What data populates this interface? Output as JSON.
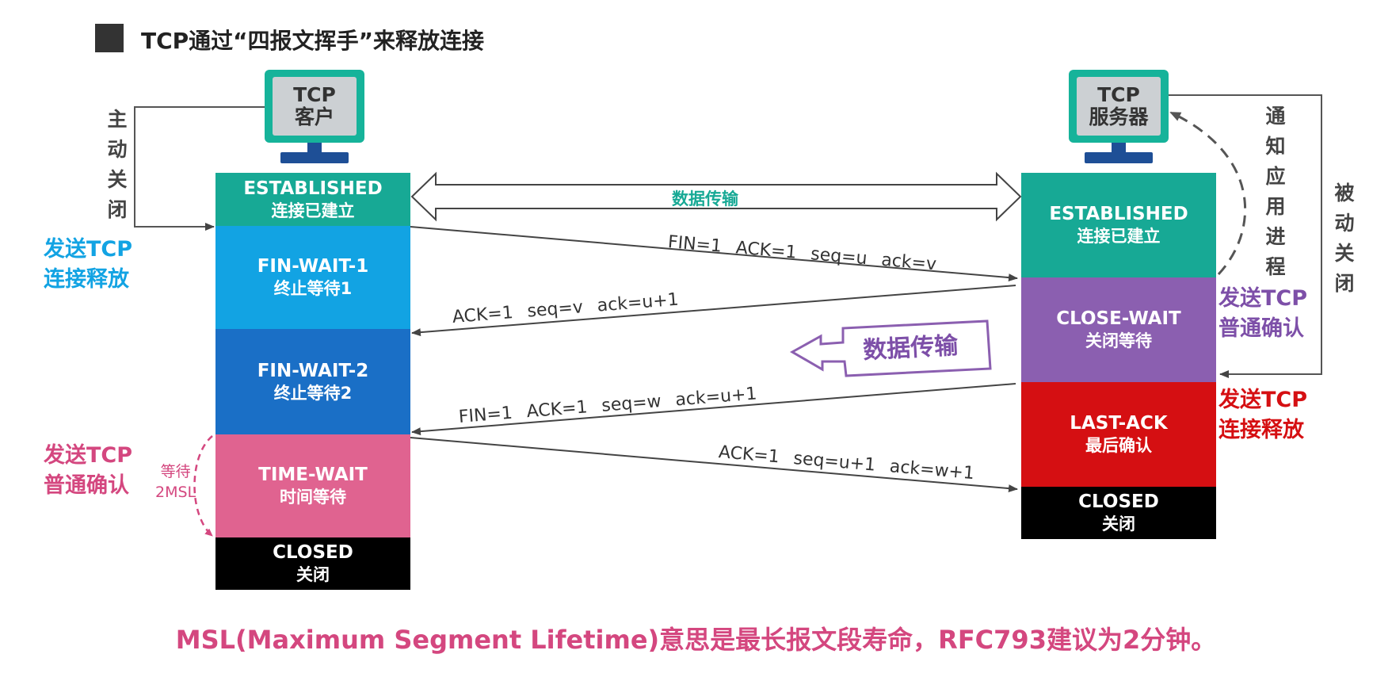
{
  "title": "TCP通过“四报文挥手”来释放连接",
  "client": {
    "name_line1": "TCP",
    "name_line2": "客户",
    "states": [
      {
        "en": "ESTABLISHED",
        "zh": "连接已建立"
      },
      {
        "en": "FIN-WAIT-1",
        "zh": "终止等待1"
      },
      {
        "en": "FIN-WAIT-2",
        "zh": "终止等待2"
      },
      {
        "en": "TIME-WAIT",
        "zh": "时间等待"
      },
      {
        "en": "CLOSED",
        "zh": "关闭"
      }
    ],
    "active_close": "主动关闭",
    "send_release_line1": "发送TCP",
    "send_release_line2": "连接释放",
    "send_ack_line1": "发送TCP",
    "send_ack_line2": "普通确认",
    "wait_line1": "等待",
    "wait_line2": "2MSL"
  },
  "server": {
    "name_line1": "TCP",
    "name_line2": "服务器",
    "states": [
      {
        "en": "ESTABLISHED",
        "zh": "连接已建立"
      },
      {
        "en": "CLOSE-WAIT",
        "zh": "关闭等待"
      },
      {
        "en": "LAST-ACK",
        "zh": "最后确认"
      },
      {
        "en": "CLOSED",
        "zh": "关闭"
      }
    ],
    "notify_app": "通知应用进程",
    "passive_close": "被动关闭",
    "send_ack_line1": "发送TCP",
    "send_ack_line2": "普通确认",
    "send_release_line1": "发送TCP",
    "send_release_line2": "连接释放"
  },
  "data_transfer": "数据传输",
  "data_transfer_callout": "数据传输",
  "messages": [
    {
      "parts": [
        "FIN=1",
        "ACK=1",
        "seq=u",
        "ack=v"
      ]
    },
    {
      "parts": [
        "ACK=1",
        "seq=v",
        "ack=u+1"
      ]
    },
    {
      "parts": [
        "FIN=1",
        "ACK=1",
        "seq=w",
        "ack=u+1"
      ]
    },
    {
      "parts": [
        "ACK=1",
        "seq=u+1",
        "ack=w+1"
      ]
    }
  ],
  "footnote": "MSL(Maximum Segment Lifetime)意思是最长报文段寿命，RFC793建议为2分钟。",
  "colors": {
    "established": "#17a995",
    "fin_wait_1": "#12a3e3",
    "fin_wait_2": "#1a6fc6",
    "time_wait": "#e06390",
    "closed": "#000000",
    "close_wait": "#8b5fb0",
    "last_ack": "#d50f12",
    "client_label_blue": "#12a3e3",
    "client_label_pink": "#d4477f",
    "server_label_purple": "#7d4fa8",
    "server_label_red": "#d50f12"
  }
}
